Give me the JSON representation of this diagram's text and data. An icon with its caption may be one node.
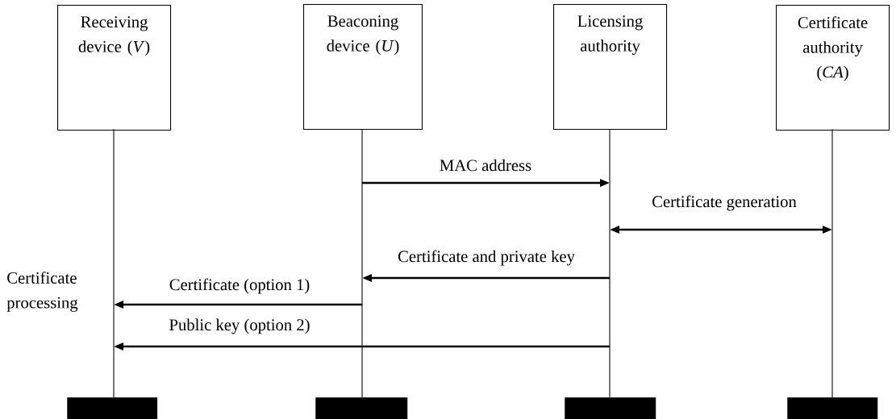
{
  "diagram": {
    "nodes": [
      {
        "text": [
          "Receiving device (*V*)"
        ]
      },
      {
        "text": [
          "Beaconing device (*U*)"
        ]
      },
      {
        "text": [
          "Licensing authority"
        ]
      },
      {
        "text": [
          "Certificate authority (*CA*)"
        ]
      },
      {
        "text": [],
        "shape": "line"
      },
      {
        "text": [],
        "shape": "line"
      },
      {
        "text": [],
        "shape": "line"
      },
      {
        "text": [],
        "shape": "line"
      },
      {
        "text": [],
        "shape": "bar"
      },
      {
        "text": [],
        "shape": "bar"
      },
      {
        "text": [],
        "shape": "bar"
      },
      {
        "text": [],
        "shape": "bar"
      }
    ],
    "edges": [
      {
        "from": 5,
        "to": 6,
        "arrow": "to",
        "label": "MAC address"
      },
      {
        "from": 6,
        "to": 7,
        "arrow": "both",
        "label": "Certificate generation"
      },
      {
        "from": 6,
        "to": 5,
        "arrow": "to",
        "label": "Certificate and private key"
      },
      {
        "from": 5,
        "to": 4,
        "arrow": "to",
        "label": "Certificate (option 1)"
      },
      {
        "from": 6,
        "to": 4,
        "arrow": "to",
        "label": "Public key (option 2)"
      }
    ],
    "labels": [
      "Certificate processing"
    ]
  }
}
